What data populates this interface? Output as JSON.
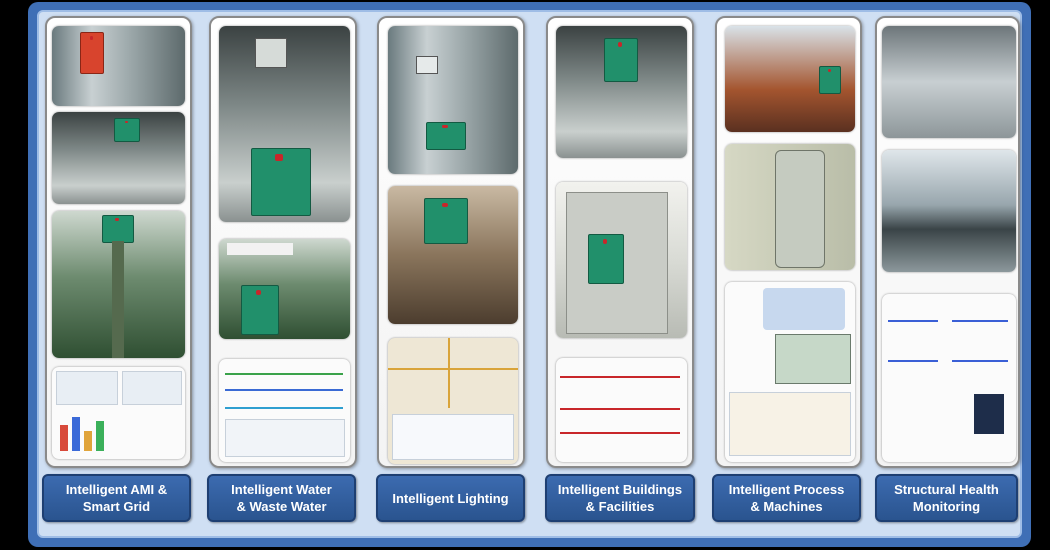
{
  "categories": [
    {
      "id": "ami",
      "label": "Intelligent AMI &\nSmart Grid"
    },
    {
      "id": "water",
      "label": "Intelligent Water\n& Waste Water"
    },
    {
      "id": "lighting",
      "label": "Intelligent Lighting"
    },
    {
      "id": "buildings",
      "label": "Intelligent Buildings\n& Facilities"
    },
    {
      "id": "process",
      "label": "Intelligent  Process\n& Machines"
    },
    {
      "id": "structural",
      "label": "Structural Health\nMonitoring"
    }
  ],
  "colors": {
    "frame": "#3f6fb6",
    "background": "#cfdff3",
    "label_button": "#2f5d9e",
    "device_green": "#21906b",
    "device_red": "#c8262a"
  }
}
